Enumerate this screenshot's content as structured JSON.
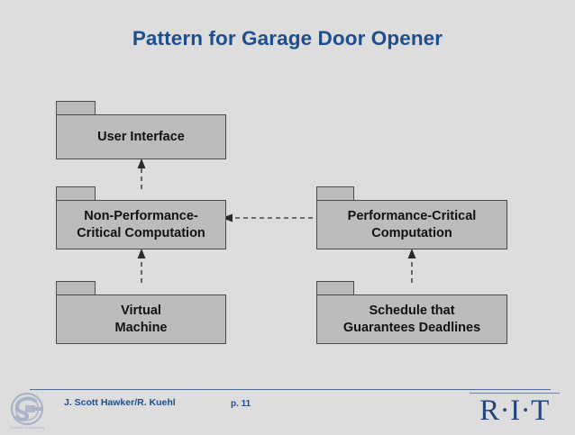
{
  "slide": {
    "title": "Pattern for Garage Door Opener",
    "background_color": "#dddddd",
    "title_color": "#1f4e8c"
  },
  "diagram": {
    "type": "uml-package-dependency",
    "node_fill_color": "#bcbcbc",
    "node_border_color": "#4a4a4a",
    "packages": [
      {
        "id": "user-interface",
        "label": "User Interface"
      },
      {
        "id": "nonperf",
        "label": "Non-Performance-\nCritical Computation"
      },
      {
        "id": "perf",
        "label": "Performance-Critical\nComputation"
      },
      {
        "id": "virtual-machine",
        "label": "Virtual\nMachine"
      },
      {
        "id": "schedule",
        "label": "Schedule that\nGuarantees Deadlines"
      }
    ],
    "dependencies": [
      {
        "from": "nonperf",
        "to": "user-interface",
        "style": "dashed",
        "direction": "up"
      },
      {
        "from": "virtual-machine",
        "to": "nonperf",
        "style": "dashed",
        "direction": "up"
      },
      {
        "from": "schedule",
        "to": "perf",
        "style": "dashed",
        "direction": "up"
      },
      {
        "from": "perf",
        "to": "nonperf",
        "style": "dashed",
        "direction": "left"
      }
    ]
  },
  "footer": {
    "author": "J. Scott Hawker/R. Kuehl",
    "page": "p. 11",
    "text_color": "#1f4e8c",
    "rule_color": "#4a6d9c",
    "left_logo": "software-engineering-seal-logo",
    "right_logo": "rit-wordmark-logo",
    "right_logo_text": "R·I·T"
  }
}
